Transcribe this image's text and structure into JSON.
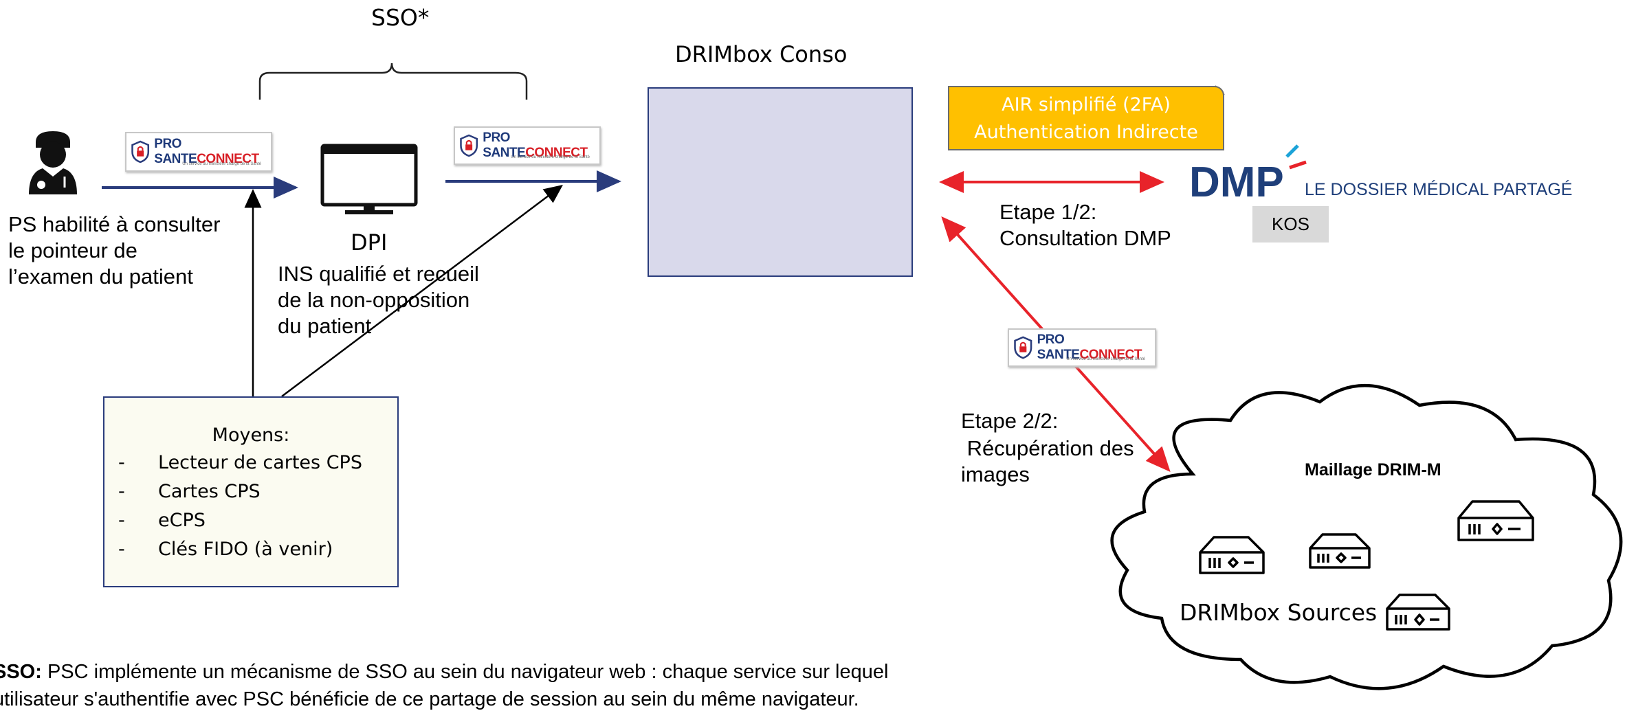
{
  "sso_label": "SSO*",
  "conso_title": "DRIMbox Conso",
  "actor": {
    "line1": "PS habilité à consulter",
    "line2": "le pointeur de",
    "line3": "l’examen du patient"
  },
  "dpi": {
    "title": "DPI",
    "line1": "INS qualifié et recueil",
    "line2": "de la non-opposition",
    "line3": "du patient"
  },
  "psc_logo": {
    "word1": "PRO ",
    "word2": "SANTE",
    "word3": "CONNECT",
    "tagline": "Un service du ministère chargé de la Santé"
  },
  "air": {
    "line1": "AIR simplifié (2FA)",
    "line2": "Authentication Indirecte"
  },
  "dmp": {
    "logo": "DMP",
    "subtitle": "LE DOSSIER MÉDICAL PARTAGÉ",
    "kos": "KOS"
  },
  "step1": {
    "line1": "Etape 1/2:",
    "line2": "Consultation DMP"
  },
  "step2": {
    "line1": "Etape 2/2:",
    "line2": " Récupération des",
    "line3": "images"
  },
  "moyens": {
    "title": "Moyens:",
    "items": [
      "Lecteur de cartes CPS",
      "Cartes CPS",
      "eCPS",
      "Clés FIDO (à venir)"
    ]
  },
  "cloud": {
    "title": "Maillage DRIM-M",
    "sources": "DRIMbox Sources"
  },
  "footnote": {
    "bold": "SSO:",
    "line1": " PSC implémente un mécanisme de SSO au sein du navigateur web : chaque service sur lequel",
    "line2": "utilisateur s'authentifie avec PSC bénéficie de ce partage de session au sein du même navigateur."
  },
  "colors": {
    "navy_arrow": "#2a3c7c",
    "red_arrow": "#e8232a",
    "conso_fill": "#d9d9eb",
    "air_fill": "#ffc000",
    "dmp_blue": "#1f3f7a",
    "kos_fill": "#d9d9d9"
  },
  "icons": [
    "person-icon",
    "monitor-icon",
    "server-icon",
    "shield-lock-icon",
    "cloud-icon"
  ]
}
